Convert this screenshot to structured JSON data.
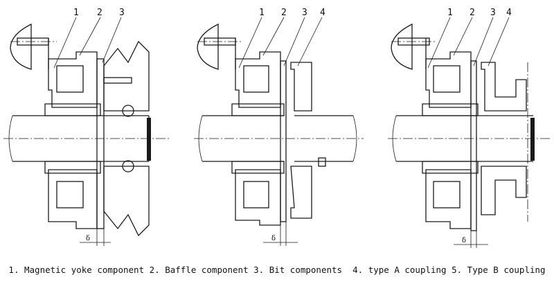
{
  "diagrams": [
    {
      "id": "left",
      "callouts": [
        "1",
        "2",
        "3"
      ],
      "gap_symbol": "δ"
    },
    {
      "id": "middle",
      "callouts": [
        "1",
        "2",
        "3",
        "4"
      ],
      "gap_symbol": "δ"
    },
    {
      "id": "right",
      "callouts": [
        "1",
        "2",
        "3",
        "4"
      ],
      "gap_symbol": "δ"
    }
  ],
  "caption": "1. Magnetic yoke component 2. Baffle component 3. Bit components  4. type A coupling 5. Type B coupling"
}
